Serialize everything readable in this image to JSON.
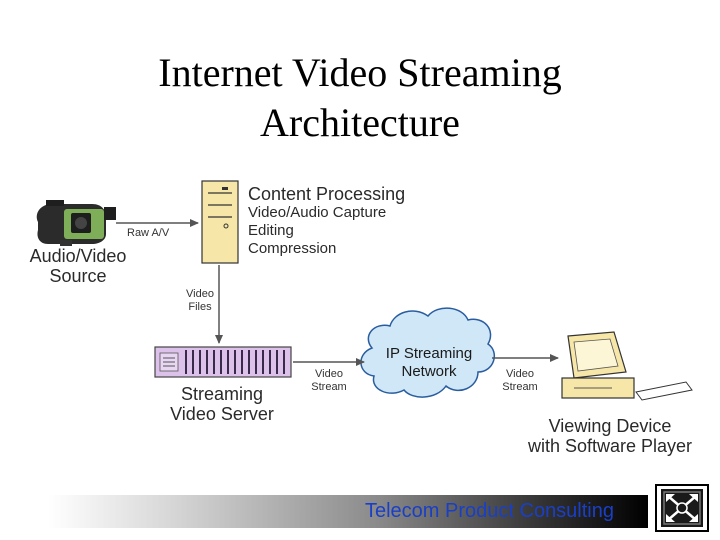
{
  "title": {
    "line1": "Internet Video Streaming",
    "line2": "Architecture"
  },
  "nodes": {
    "source": {
      "line1": "Audio/Video",
      "line2": "Source"
    },
    "content_processing": {
      "heading": "Content Processing",
      "items": [
        "Video/Audio Capture",
        "Editing",
        "Compression"
      ]
    },
    "server": {
      "line1": "Streaming",
      "line2": "Video Server"
    },
    "network": {
      "line1": "IP Streaming",
      "line2": "Network"
    },
    "viewer": {
      "line1": "Viewing Device",
      "line2": "with Software Player"
    }
  },
  "edges": {
    "raw_av": "Raw A/V",
    "video_files": {
      "line1": "Video",
      "line2": "Files"
    },
    "stream1": {
      "line1": "Video",
      "line2": "Stream"
    },
    "stream2": {
      "line1": "Video",
      "line2": "Stream"
    }
  },
  "footer": {
    "text": "Telecom Product Consulting"
  }
}
